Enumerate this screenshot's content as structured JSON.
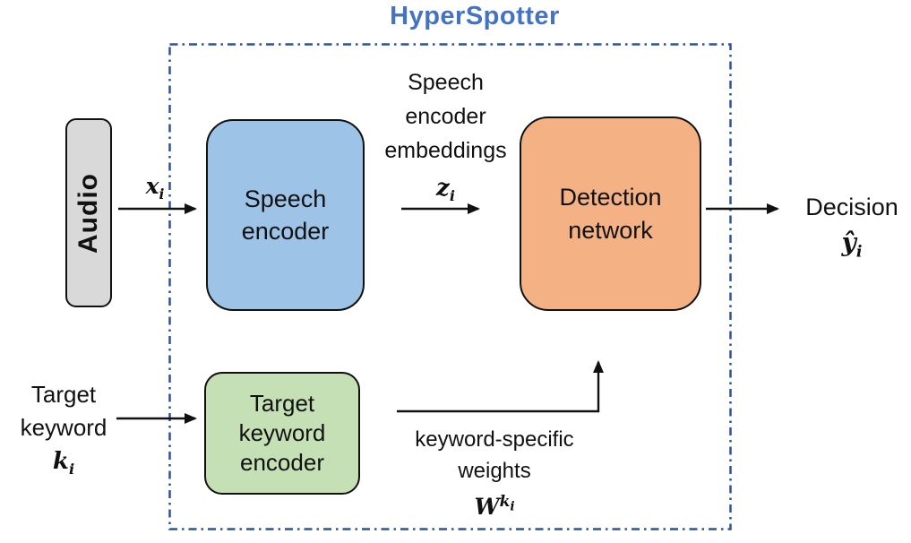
{
  "title": "HyperSpotter",
  "colors": {
    "title_text": "#4472C4",
    "container_border": "#2F5496",
    "audio_fill": "#D9D9D9",
    "speech_encoder_fill": "#9DC3E6",
    "detection_network_fill": "#F4B183",
    "target_encoder_fill": "#C5E0B4",
    "arrow": "#111111"
  },
  "nodes": {
    "audio": {
      "label": "Audio"
    },
    "speech_encoder": {
      "label": "Speech encoder"
    },
    "detection_network": {
      "label": "Detection network"
    },
    "target_keyword_encoder": {
      "label": "Target keyword encoder"
    }
  },
  "labels": {
    "speech_embeddings_lines": [
      "Speech",
      "encoder",
      "embeddings"
    ],
    "target_keyword_lines": [
      "Target",
      "keyword"
    ],
    "keyword_weights_lines": [
      "keyword-specific",
      "weights"
    ],
    "decision": "Decision",
    "math": {
      "x": {
        "base": "x",
        "sub": "i"
      },
      "z": {
        "base": "z",
        "sub": "i"
      },
      "k": {
        "base": "k",
        "sub": "i"
      },
      "yhat": {
        "base": "ŷ",
        "sub": "i"
      },
      "W": {
        "base": "W",
        "sup_base": "k",
        "sup_sub": "i"
      }
    }
  }
}
